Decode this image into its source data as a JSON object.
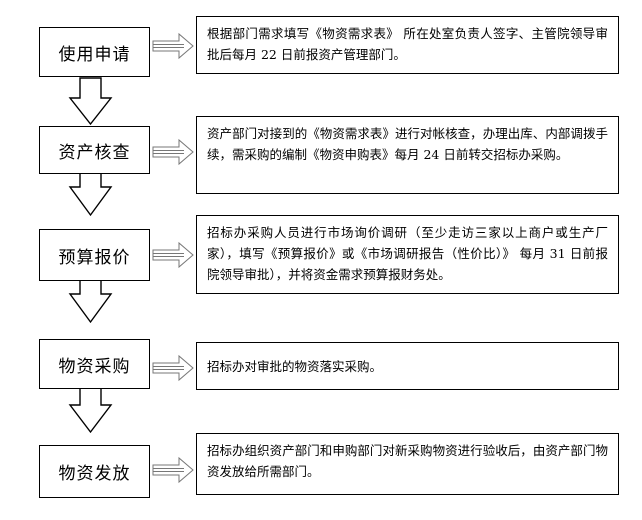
{
  "steps": [
    {
      "label": "使用申请",
      "description": "根据部门需求填写《物资需求表》 所在处室负责人签字、主管院领导审批后每月 22 日前报资产管理部门。"
    },
    {
      "label": "资产核查",
      "description": "资产部门对接到的《物资需求表》进行对帐核查，办理出库、内部调拨手续，需采购的编制《物资申购表》每月 24 日前转交招标办采购。"
    },
    {
      "label": "预算报价",
      "description": "招标办采购人员进行市场询价调研（至少走访三家以上商户或生产厂家），填写《预算报价》或《市场调研报告（性价比）》 每月 31 日前报院领导审批），并将资金需求预算报财务处。"
    },
    {
      "label": "物资采购",
      "description": "招标办对审批的物资落实采购。"
    },
    {
      "label": "物资发放",
      "description": "招标办组织资产部门和申购部门对新采购物资进行验收后，由资产部门物资发放给所需部门。"
    }
  ]
}
